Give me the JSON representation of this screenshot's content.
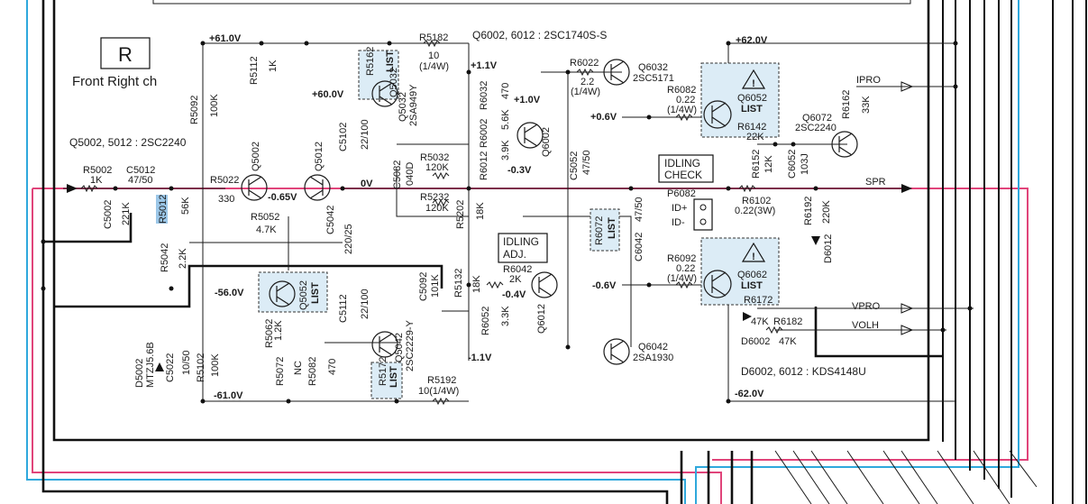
{
  "channel": {
    "letter": "R",
    "name": "Front Right ch"
  },
  "header_note": "Q6002, 6012 : 2SC1740S-S",
  "q5002_note": "Q5002, 5012 : 2SC2240",
  "d6002_note": "D6002, 6012 : KDS4148U",
  "voltages": {
    "p61": "+61.0V",
    "p60": "+60.0V",
    "m065": "-0.65V",
    "zero": "0V",
    "m56": "-56.0V",
    "m61": "-61.0V",
    "p11": "+1.1V",
    "p10": "+1.0V",
    "m03": "-0.3V",
    "m04": "-0.4V",
    "m11": "-1.1V",
    "p06": "+0.6V",
    "m06": "-0.6V",
    "p62": "+62.0V",
    "m62": "-62.0V"
  },
  "boxes": {
    "idling_check": [
      "IDLING",
      "CHECK"
    ],
    "idling_adj": [
      "IDLING",
      "ADJ."
    ]
  },
  "list_label": "LIST",
  "signals": {
    "ipro": "IPRO",
    "spr": "SPR",
    "vpro": "VPRO",
    "volh": "VOLH"
  },
  "connector": {
    "ref": "P6082",
    "id_plus": "ID+",
    "id_minus": "ID-"
  },
  "parts": {
    "r5002": [
      "R5002",
      "1K"
    ],
    "c5012": [
      "C5012",
      "47/50"
    ],
    "c5002": [
      "C5002",
      "221K"
    ],
    "r5012": [
      "R5012",
      "56K"
    ],
    "r5042": [
      "R5042",
      "2.2K"
    ],
    "r5092": [
      "R5092",
      "100K"
    ],
    "r5112": [
      "R5112",
      "1K"
    ],
    "r5022": [
      "R5022",
      "330"
    ],
    "q5002": "Q5002",
    "q5012": "Q5012",
    "r5052": [
      "R5052",
      "4.7K"
    ],
    "c5042": [
      "C5042",
      "220/25"
    ],
    "c5102": [
      "C5102",
      "22/100"
    ],
    "r5162": "R5162",
    "q5032": [
      "Q5032",
      "2SA949Y"
    ],
    "r5182": [
      "R5182",
      "10",
      "(1/4W)"
    ],
    "c5082": [
      "C5082",
      "040D"
    ],
    "r5032": [
      "R5032",
      "120K"
    ],
    "r5232": [
      "R5232",
      "120K"
    ],
    "r5202": [
      "R5202",
      "18K"
    ],
    "q5052": "Q5052",
    "r5062": [
      "R5062",
      "1.2K"
    ],
    "c5112": [
      "C5112",
      "22/100"
    ],
    "c5092": [
      "C5092",
      "101K"
    ],
    "r5132": [
      "R5132",
      "18K"
    ],
    "q5042": [
      "Q5042",
      "2SC2229-Y"
    ],
    "r5072": [
      "R5072",
      "NC"
    ],
    "r5082": [
      "R5082",
      "470"
    ],
    "r5172": "R5172",
    "r5192": [
      "R5192",
      "10(1/4W)"
    ],
    "d5002": [
      "D5002",
      "MTZJ5.6B"
    ],
    "c5022": [
      "C5022",
      "10/50"
    ],
    "r5102": [
      "R5102",
      "100K"
    ],
    "r6032": [
      "R6032",
      "470"
    ],
    "r6002": [
      "R6002",
      "5.6K"
    ],
    "r6012": [
      "R6012",
      "3.9K"
    ],
    "q6002": "Q6002",
    "r6022": [
      "R6022",
      "2.2",
      "(1/4W)"
    ],
    "q6032": [
      "Q6032",
      "2SC5171"
    ],
    "c5052": [
      "C5052",
      "47/50"
    ],
    "r6042": [
      "R6042",
      "2K"
    ],
    "r6052": [
      "R6052",
      "3.3K"
    ],
    "q6012": "Q6012",
    "q6042": [
      "Q6042",
      "2SA1930"
    ],
    "r6072": "R6072",
    "c6042": [
      "C6042",
      "47/50"
    ],
    "r6082": [
      "R6082",
      "0.22",
      "(1/4W)"
    ],
    "q6052": "Q6052",
    "r6142": [
      "R6142",
      "22K"
    ],
    "r6092": [
      "R6092",
      "0.22",
      "(1/4W)"
    ],
    "q6062": "Q6062",
    "r6172": "R6172",
    "r6152": [
      "R6152",
      "12K"
    ],
    "c6052": [
      "C6052",
      "103J"
    ],
    "r6102": [
      "R6102",
      "0.22(3W)"
    ],
    "r6192": [
      "R6192",
      "220K"
    ],
    "d6012": "D6012",
    "q6072": [
      "Q6072",
      "2SC2240"
    ],
    "r6162": [
      "R6162",
      "33K"
    ],
    "d6002": "D6002",
    "r6182": [
      "R6182",
      "47K"
    ],
    "r6172_val": "47K"
  }
}
